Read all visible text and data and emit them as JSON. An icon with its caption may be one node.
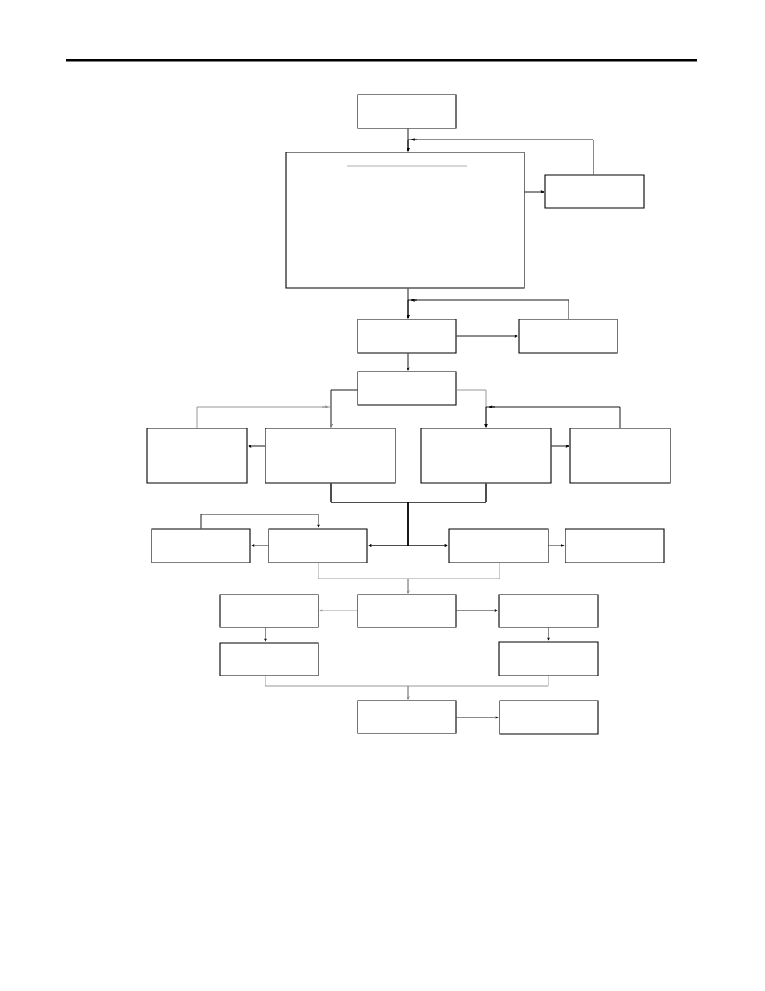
{
  "diagram": {
    "nodes": [
      {
        "text": [],
        "shape": "box"
      },
      {
        "text": [],
        "shape": "box"
      },
      {
        "text": [],
        "shape": "box"
      },
      {
        "text": [],
        "shape": "box"
      },
      {
        "text": [],
        "shape": "box"
      },
      {
        "text": [],
        "shape": "box"
      },
      {
        "text": [],
        "shape": "box"
      },
      {
        "text": [],
        "shape": "box"
      },
      {
        "text": [],
        "shape": "box"
      },
      {
        "text": [],
        "shape": "box"
      },
      {
        "text": [],
        "shape": "box"
      },
      {
        "text": [],
        "shape": "box"
      },
      {
        "text": [],
        "shape": "box"
      },
      {
        "text": [],
        "shape": "box"
      },
      {
        "text": [],
        "shape": "box"
      },
      {
        "text": [],
        "shape": "box"
      },
      {
        "text": [],
        "shape": "box"
      },
      {
        "text": [],
        "shape": "box"
      },
      {
        "text": [],
        "shape": "box"
      },
      {
        "text": [],
        "shape": "box"
      },
      {
        "text": [],
        "shape": "box"
      }
    ],
    "edges": [
      {
        "from": 0,
        "to": 1,
        "arrow": "to"
      },
      {
        "from": 2,
        "to": 1,
        "arrow": "to"
      },
      {
        "from": 1,
        "to": 2,
        "arrow": "to"
      },
      {
        "from": 1,
        "to": 3,
        "arrow": "to"
      },
      {
        "from": 4,
        "to": 3,
        "arrow": "to"
      },
      {
        "from": 3,
        "to": 4,
        "arrow": "to"
      },
      {
        "from": 3,
        "to": 5,
        "arrow": "to"
      },
      {
        "from": 5,
        "to": 7,
        "arrow": "to"
      },
      {
        "from": 5,
        "to": 8,
        "arrow": "to",
        "color": "#8c8c8c"
      },
      {
        "from": 6,
        "to": 7,
        "arrow": "to",
        "color": "#8c8c8c"
      },
      {
        "from": 7,
        "to": 6,
        "arrow": "to"
      },
      {
        "from": 9,
        "to": 8,
        "arrow": "to"
      },
      {
        "from": 8,
        "to": 9,
        "arrow": "to"
      },
      {
        "from": 7,
        "to": 11,
        "arrow": "to"
      },
      {
        "from": 7,
        "to": 12,
        "arrow": "to"
      },
      {
        "from": 8,
        "to": 11,
        "arrow": "to"
      },
      {
        "from": 8,
        "to": 12,
        "arrow": "to"
      },
      {
        "from": 10,
        "to": 11,
        "arrow": "to"
      },
      {
        "from": 11,
        "to": 10,
        "arrow": "to"
      },
      {
        "from": 12,
        "to": 13,
        "arrow": "to"
      },
      {
        "from": 11,
        "to": 15,
        "arrow": "to",
        "color": "#8c8c8c"
      },
      {
        "from": 12,
        "to": 15,
        "arrow": "to",
        "color": "#8c8c8c"
      },
      {
        "from": 15,
        "to": 14,
        "arrow": "to",
        "color": "#8c8c8c"
      },
      {
        "from": 15,
        "to": 16,
        "arrow": "to"
      },
      {
        "from": 14,
        "to": 17,
        "arrow": "to"
      },
      {
        "from": 16,
        "to": 18,
        "arrow": "to"
      },
      {
        "from": 17,
        "to": 19,
        "arrow": "to",
        "color": "#8c8c8c"
      },
      {
        "from": 18,
        "to": 19,
        "arrow": "to",
        "color": "#8c8c8c"
      },
      {
        "from": 19,
        "to": 20,
        "arrow": "to"
      }
    ]
  }
}
